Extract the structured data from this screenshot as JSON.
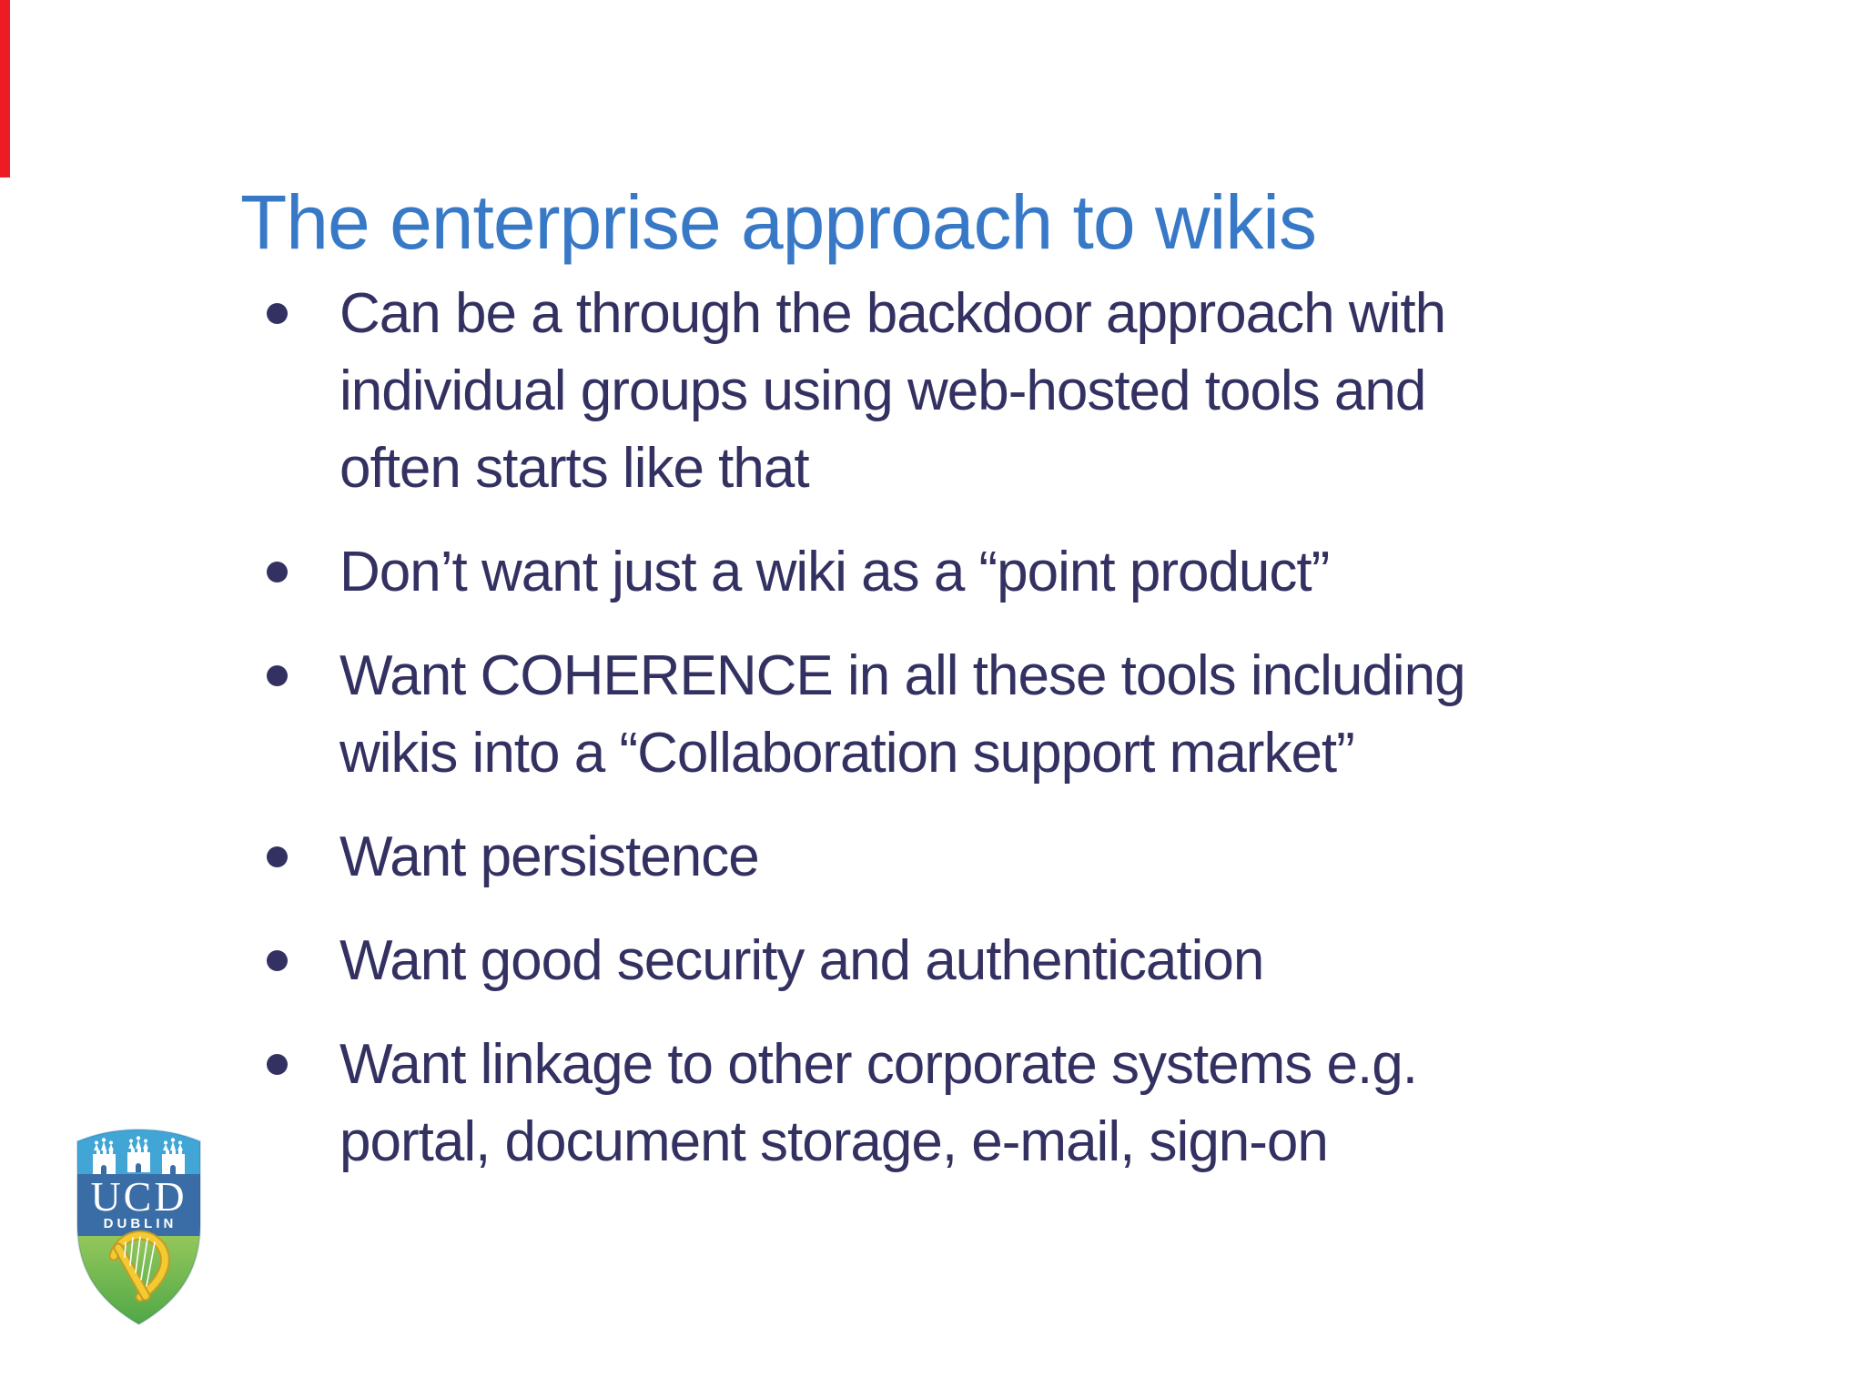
{
  "slide": {
    "title": "The enterprise approach to wikis",
    "title_color": "#3879c7",
    "body_color": "#333161",
    "background_color": "#ffffff",
    "red_stripe_color": "#ed1c24",
    "bullets": [
      {
        "lines": [
          "Can be a through the backdoor approach with",
          "individual groups using web-hosted tools and",
          "often starts like that"
        ]
      },
      {
        "lines": [
          "Don’t want just a wiki as a “point product”"
        ]
      },
      {
        "lines": [
          "Want COHERENCE in all these tools including",
          "wikis into a “Collaboration support market”"
        ]
      },
      {
        "lines": [
          "Want persistence"
        ]
      },
      {
        "lines": [
          "Want good security and authentication"
        ]
      },
      {
        "lines": [
          "Want linkage to other corporate systems e.g.",
          "portal, document storage, e-mail, sign-on"
        ]
      }
    ]
  },
  "logo": {
    "acronym": "UCD",
    "city": "DUBLIN",
    "colors": {
      "top_band": "#41a5d6",
      "mid_band": "#3a6da5",
      "green_top": "#93c75b",
      "green_bottom": "#4ea746",
      "harp_gold": "#f2cb32",
      "harp_outline": "#c79a22",
      "castle": "#ffffff"
    }
  }
}
